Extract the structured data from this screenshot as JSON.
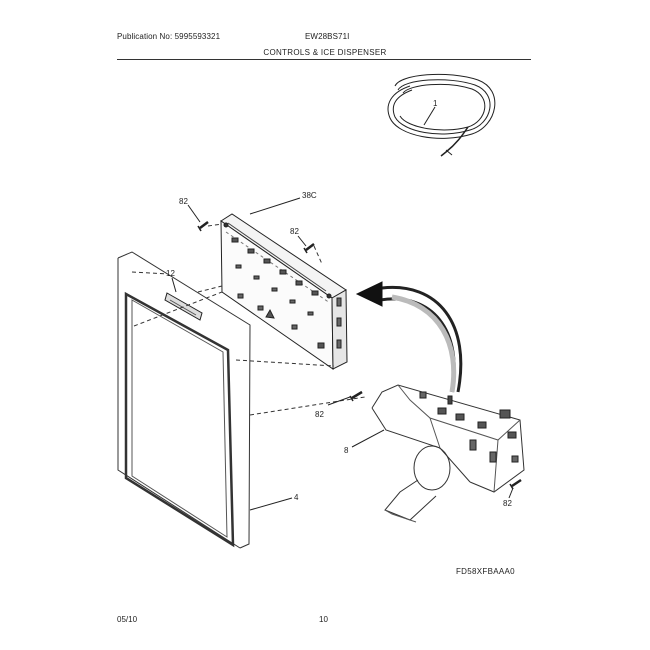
{
  "header": {
    "publication": "Publication No: 5995593321",
    "model": "EW28BS71I",
    "section_title": "CONTROLS & ICE DISPENSER"
  },
  "callouts": {
    "tubing": "1",
    "screw_upper_left": "82",
    "control_board": "38C",
    "screw_board": "82",
    "gasket": "12",
    "screw_dispenser": "82",
    "dispenser_frame": "8",
    "panel": "4",
    "screw_lower_right": "82"
  },
  "figure_code": "FD58XFBAAA0",
  "footer": {
    "date": "05/10",
    "page": "10"
  }
}
